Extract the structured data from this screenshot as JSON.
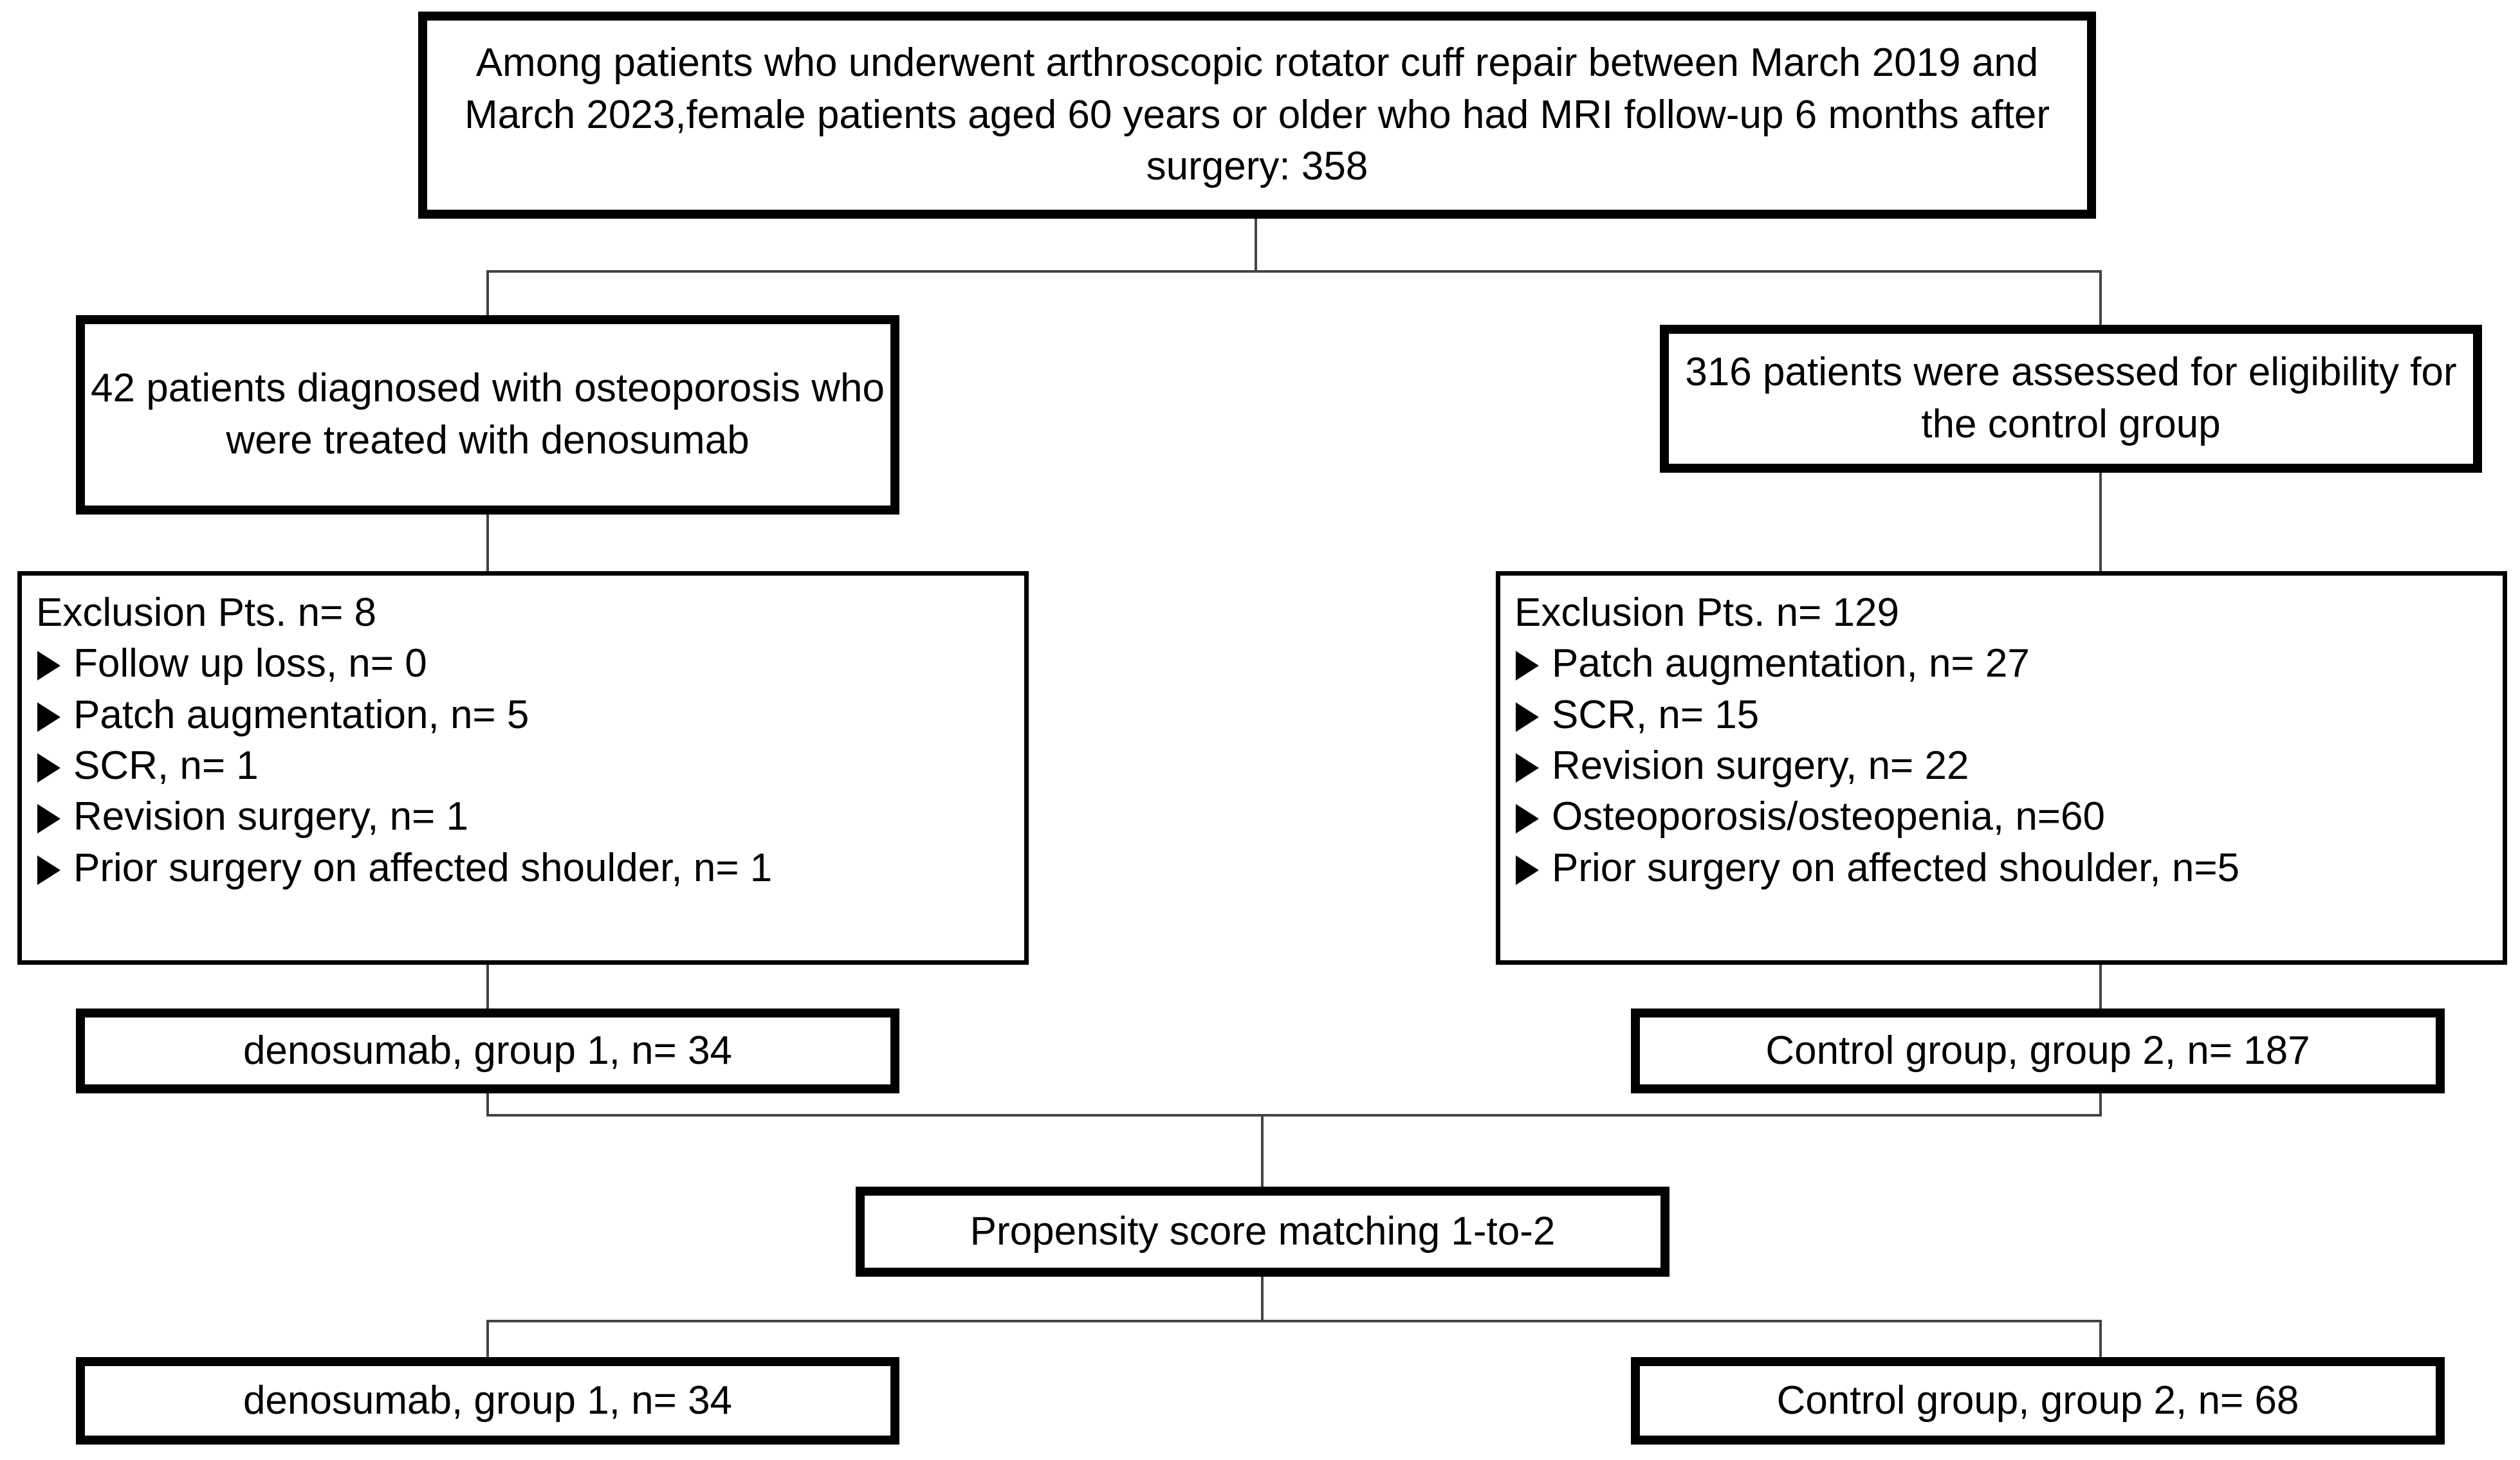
{
  "figure": {
    "type": "flowchart",
    "title": "Patient selection flow diagram",
    "colors": {
      "box_border": "#000000",
      "connector": "#444444",
      "background": "#ffffff",
      "text": "#000000"
    }
  },
  "nodes": {
    "enrollment": {
      "id": "enrollment-box",
      "text": "Among patients who underwent arthroscopic rotator cuff repair between March 2019 and March 2023,female patients aged 60 years or older who had MRI follow-up 6 months after surgery: 358",
      "count": 358
    },
    "denosumab_candidates": {
      "id": "denosumab-candidates-box",
      "text": "42 patients diagnosed with osteoporosis who were treated with denosumab",
      "count": 42
    },
    "control_candidates": {
      "id": "control-candidates-box",
      "text": "316 patients were assessed for eligibility for the control group",
      "count": 316
    },
    "exclusion_denosumab": {
      "id": "exclusion-denosumab-box",
      "title": "Exclusion Pts. n= 8",
      "total": 8,
      "items": [
        "Follow up loss, n= 0",
        "Patch augmentation, n= 5",
        "SCR, n= 1",
        "Revision surgery, n= 1",
        "Prior surgery on affected shoulder, n= 1"
      ]
    },
    "exclusion_control": {
      "id": "exclusion-control-box",
      "title": "Exclusion Pts. n= 129",
      "total": 129,
      "items": [
        "Patch augmentation, n= 27",
        "SCR, n= 15",
        "Revision surgery, n= 22",
        "Osteoporosis/osteopenia, n=60",
        "Prior surgery on affected shoulder, n=5"
      ]
    },
    "group1_pre": {
      "id": "group1-pre-match-box",
      "text": "denosumab, group 1, n= 34",
      "count": 34
    },
    "group2_pre": {
      "id": "group2-pre-match-box",
      "text": "Control group, group 2, n= 187",
      "count": 187
    },
    "matching": {
      "id": "propensity-score-matching-box",
      "text": "Propensity score matching 1-to-2"
    },
    "group1_post": {
      "id": "group1-post-match-box",
      "text": "denosumab, group 1, n= 34",
      "count": 34
    },
    "group2_post": {
      "id": "group2-post-match-box",
      "text": "Control group, group 2, n= 68",
      "count": 68
    }
  }
}
